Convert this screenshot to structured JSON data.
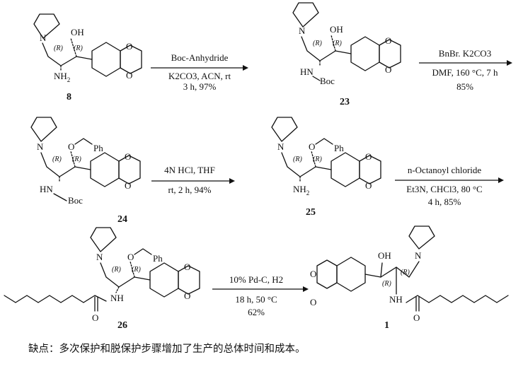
{
  "compounds": {
    "c8": "8",
    "c23": "23",
    "c24": "24",
    "c25": "25",
    "c26": "26",
    "c1": "1"
  },
  "atoms": {
    "N": "N",
    "O": "O",
    "OH": "OH",
    "NH2": "NH",
    "sub2": "2",
    "HN": "HN",
    "NH": "NH",
    "Boc": "Boc",
    "Ph": "Ph",
    "R": "(R)"
  },
  "steps": [
    {
      "line1": "Boc-Anhydride",
      "line2": "K2CO3, ACN, rt",
      "line3": "3 h, 97%"
    },
    {
      "line1": "BnBr. K2CO3",
      "line2": "DMF, 160 °C, 7 h",
      "line3": "85%"
    },
    {
      "line1": "4N HCl, THF",
      "line2": "rt, 2 h, 94%",
      "line3": ""
    },
    {
      "line1": "n-Octanoyl chloride",
      "line2": "Et3N, CHCl3, 80 °C",
      "line3": "4 h, 85%"
    },
    {
      "line1": "10% Pd-C, H2",
      "line2": "18 h, 50 °C",
      "line3": "62%"
    }
  ],
  "drawback": "缺点：多次保护和脱保护步骤增加了生产的总体时间和成本。"
}
